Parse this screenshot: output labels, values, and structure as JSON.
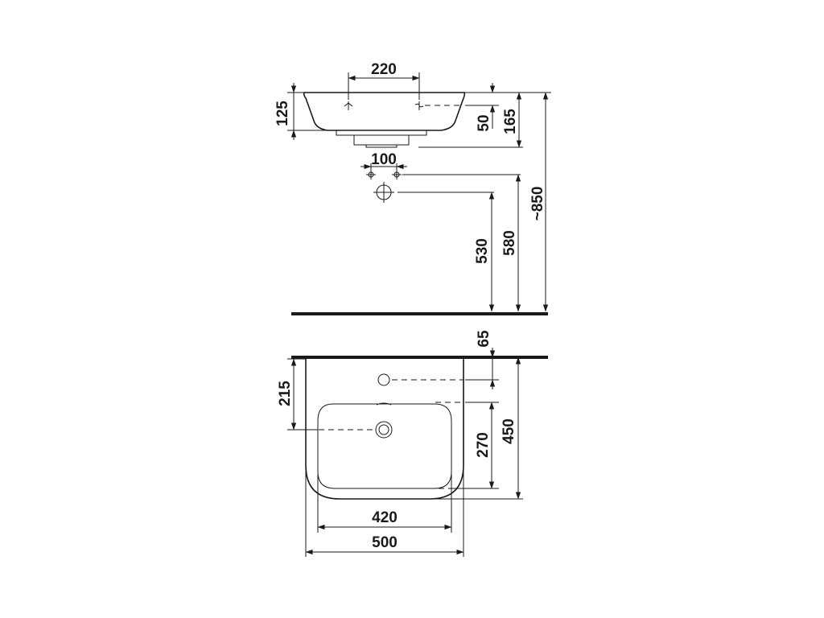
{
  "side_view": {
    "dims": {
      "tap_hole_spacing": "220",
      "basin_height": "125",
      "outlet_offset": "50",
      "total_drop": "165",
      "supply_spacing": "100",
      "drain_height": "530",
      "supply_height": "580",
      "rim_height": "~850"
    }
  },
  "top_view": {
    "dims": {
      "wall_to_taphole": "65",
      "wall_to_drain": "215",
      "bowl_depth": "270",
      "total_depth": "450",
      "bowl_width": "420",
      "total_width": "500"
    }
  }
}
